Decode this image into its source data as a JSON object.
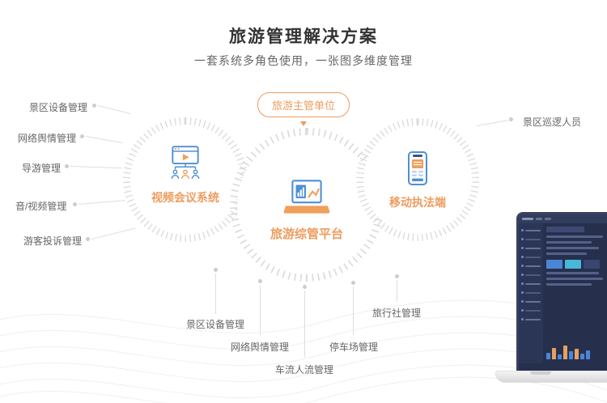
{
  "header": {
    "title": "旅游管理解决方案",
    "subtitle": "一套系统多角色使用，一张图多维度管理"
  },
  "authority_badge": {
    "label": "旅游主管单位"
  },
  "nodes": {
    "left": {
      "label": "视频会议系统",
      "icon": "video-conference-icon"
    },
    "center": {
      "label": "旅游综管平台",
      "icon": "laptop-analytics-icon"
    },
    "right": {
      "label": "移动执法端",
      "icon": "handheld-terminal-icon"
    }
  },
  "left_labels": [
    "景区设备管理",
    "网络舆情管理",
    "导游管理",
    "音/视频管理",
    "游客投诉管理"
  ],
  "right_labels": [
    "景区巡逻人员"
  ],
  "bottom_labels": [
    "景区设备管理",
    "网络舆情管理",
    "车流人流管理",
    "停车场管理",
    "旅行社管理"
  ],
  "colors": {
    "accent_orange": "#ED9C5F",
    "icon_blue": "#4E8FD5",
    "label_gray": "#666666",
    "line_gray": "#DEDEDE",
    "dashboard_navy": "#26304D"
  }
}
